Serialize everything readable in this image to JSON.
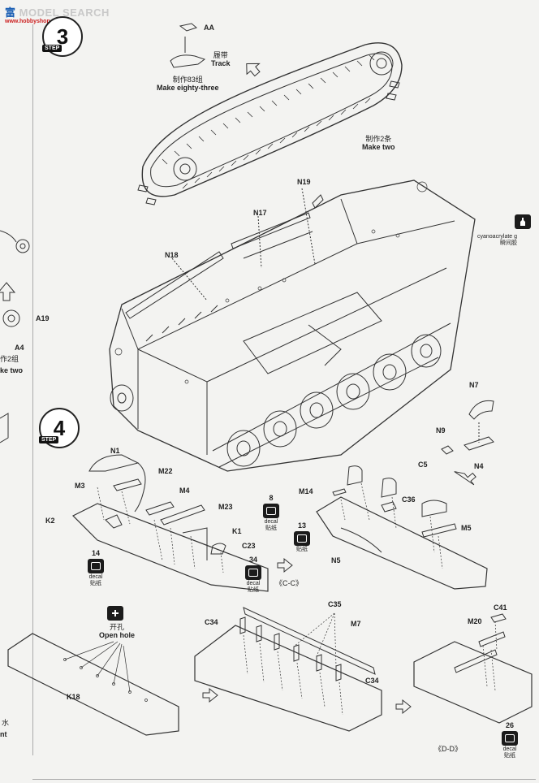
{
  "watermark": {
    "prefix": "富",
    "brand": "MODEL SEARCH",
    "url": "www.hobbyshop.com.cn"
  },
  "step3": {
    "number": "3",
    "tag": "STEP",
    "part_aa": "AA",
    "track_cn": "履带",
    "track_en": "Track",
    "make_83_cn": "制作83组",
    "make_83_en": "Make eighty-three",
    "make_two_cn": "制作2条",
    "make_two_en": "Make two",
    "parts": [
      "N19",
      "N17",
      "N18"
    ]
  },
  "left_edge": {
    "a19": "A19",
    "a4": "A4",
    "make2_cn": "作2组",
    "make2_en": "ke two",
    "bottom_cn": "水",
    "bottom_en": "nt"
  },
  "glue": {
    "en": "cyanoacrylate g",
    "cn": "瞬间胶"
  },
  "step4": {
    "number": "4",
    "tag": "STEP",
    "parts_left": [
      "N1",
      "M22",
      "M3",
      "M4",
      "M23",
      "K2",
      "K1",
      "C23"
    ],
    "decal_14": "14",
    "decal_34": "34",
    "decal_en": "decal",
    "decal_cn": "贴纸",
    "parts_mid": [
      "C5",
      "M14",
      "C36",
      "M5",
      "N5"
    ],
    "decal_8": "8",
    "decal_13": "13",
    "parts_right": [
      "N7",
      "N9",
      "N4"
    ],
    "view_cc": "《C-C》",
    "open_hole_cn": "开孔",
    "open_hole_en": "Open hole",
    "k18": "K18",
    "c35": "C35",
    "c34a": "C34",
    "m7": "M7",
    "c34b": "C34",
    "c41": "C41",
    "m20": "M20",
    "decal_26": "26",
    "view_dd": "《D-D》"
  },
  "colors": {
    "line": "#333333",
    "paper": "#f3f3f1"
  }
}
